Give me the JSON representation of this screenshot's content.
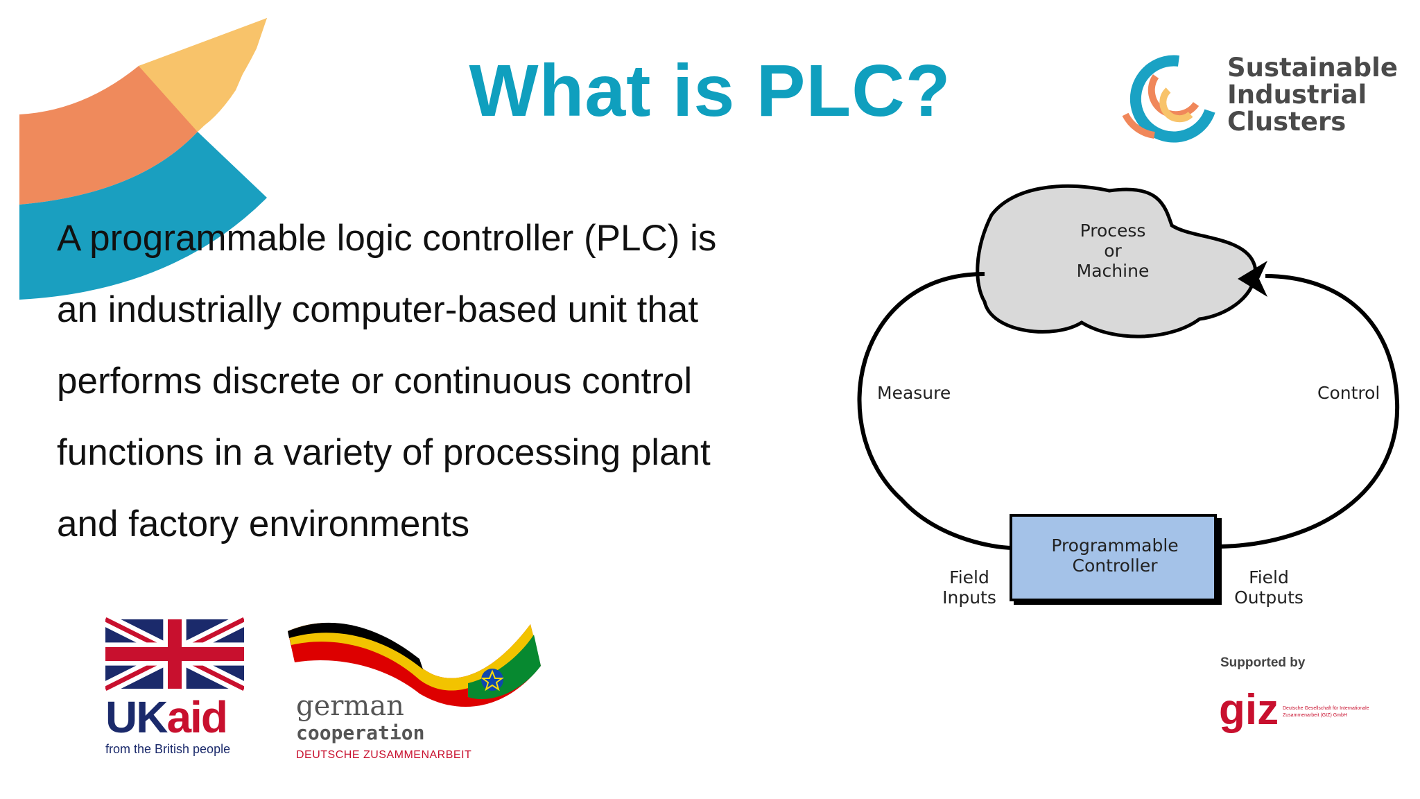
{
  "slide": {
    "title": "What is PLC?",
    "paragraph_lines": [
      "A programmable logic controller (PLC) is",
      "an industrially  computer-based unit that",
      "performs discrete or continuous control",
      "functions in a variety of processing plant",
      "and factory environments"
    ]
  },
  "header_logo": {
    "lines": [
      "Sustainable",
      "Industrial",
      "Clusters"
    ],
    "colors": [
      "#1aa2c4",
      "#f0875a",
      "#f8c36a"
    ]
  },
  "diagram": {
    "process_label": [
      "Process",
      "or",
      "Machine"
    ],
    "controller_label": [
      "Programmable",
      "Controller"
    ],
    "measure_label": "Measure",
    "control_label": "Control",
    "field_inputs": [
      "Field",
      "Inputs"
    ],
    "field_outputs": [
      "Field",
      "Outputs"
    ],
    "cloud_color": "#d9d9d9",
    "controller_color": "#a4c2e8"
  },
  "footer": {
    "ukaid": {
      "brand_uk": "UK",
      "brand_aid": "aid",
      "tagline": "from the British people"
    },
    "german_cooperation": {
      "line1": "german",
      "line2": "cooperation",
      "line3": "DEUTSCHE ZUSAMMENARBEIT"
    },
    "giz": {
      "supported_by": "Supported by",
      "brand": "giz",
      "fine_print": "Deutsche Gesellschaft für Internationale Zusammenarbeit (GIZ) GmbH"
    }
  },
  "accent_colors": {
    "teal": "#1aa2c4",
    "orange": "#f0875a",
    "yellow": "#f8c36a",
    "title": "#0f9fbe"
  }
}
